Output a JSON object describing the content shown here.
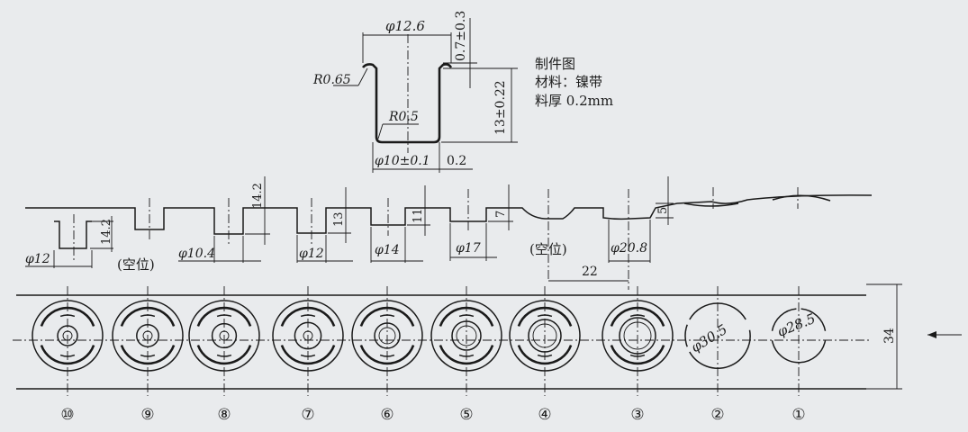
{
  "part_drawing": {
    "dim_outer_diameter": "φ12.6",
    "dim_flange_thickness": "0.7±0.3",
    "dim_flange_radius": "R0.65",
    "dim_bottom_radius": "R0.5",
    "dim_height": "13±0.22",
    "dim_inner_diameter": "φ10±0.1",
    "dim_wall": "0.2"
  },
  "notes": {
    "title": "制件图",
    "material": "材料：镍带",
    "thickness": "料厚  0.2mm"
  },
  "strip_profile": {
    "dim_depth_a": "14.2",
    "dim_depth_b": "14.2",
    "dim_depth_c": "13",
    "dim_depth_d": "11",
    "dim_depth_e": "7",
    "dim_depth_f": "5",
    "dia_1": "φ12",
    "idle_1": "(空位)",
    "dia_2": "φ10.4",
    "dia_3": "φ12",
    "dia_4": "φ14",
    "dia_5": "φ17",
    "idle_2": "(空位)",
    "dia_6": "φ20.8",
    "pitch": "22"
  },
  "strip_layout": {
    "width": "34",
    "dia_cut_outer": "φ30.5",
    "dia_cut_inner": "φ28.5",
    "stations": [
      "⑩",
      "⑨",
      "⑧",
      "⑦",
      "⑥",
      "⑤",
      "④",
      "③",
      "②",
      "①"
    ]
  }
}
